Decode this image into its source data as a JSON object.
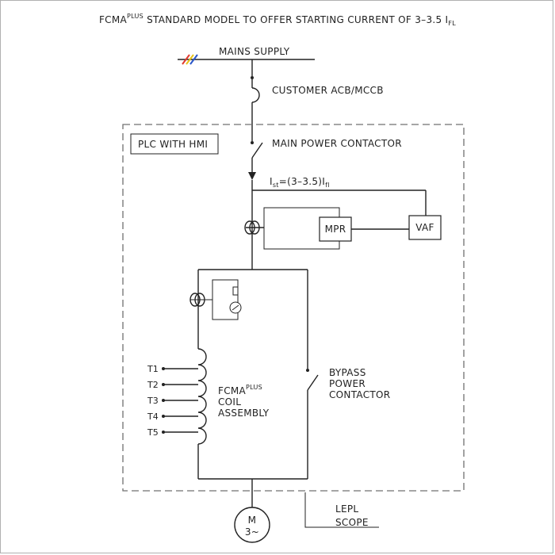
{
  "title": {
    "prefix": "FCMA",
    "sup": "PLUS",
    "rest": " STANDARD MODEL TO OFFER STARTING CURRENT OF 3–3.5 I",
    "sub": "FL"
  },
  "labels": {
    "mains_supply": "MAINS SUPPLY",
    "customer_breaker": "CUSTOMER ACB/MCCB",
    "plc": "PLC WITH HMI",
    "main_contactor": "MAIN POWER CONTACTOR",
    "current_formula": {
      "i1": "I",
      "sub1": "st",
      "mid": "=(3–3.5)I",
      "sub2": "fl"
    },
    "mpr": "MPR",
    "vaf": "VAF",
    "coil": {
      "line1_prefix": "FCMA",
      "line1_sup": "PLUS",
      "line2": "COIL",
      "line3": "ASSEMBLY"
    },
    "bypass": {
      "line1": "BYPASS",
      "line2": "POWER",
      "line3": "CONTACTOR"
    },
    "taps": [
      "T1",
      "T2",
      "T3",
      "T4",
      "T5"
    ],
    "scope": {
      "line1": "LEPL",
      "line2": "SCOPE"
    },
    "motor": {
      "line1": "M",
      "line2": "3~"
    }
  },
  "colors": {
    "phase_marks": [
      "#e03a2e",
      "#e8c21a",
      "#2a56c8"
    ],
    "line": "#222222",
    "boundary": "#707070"
  }
}
